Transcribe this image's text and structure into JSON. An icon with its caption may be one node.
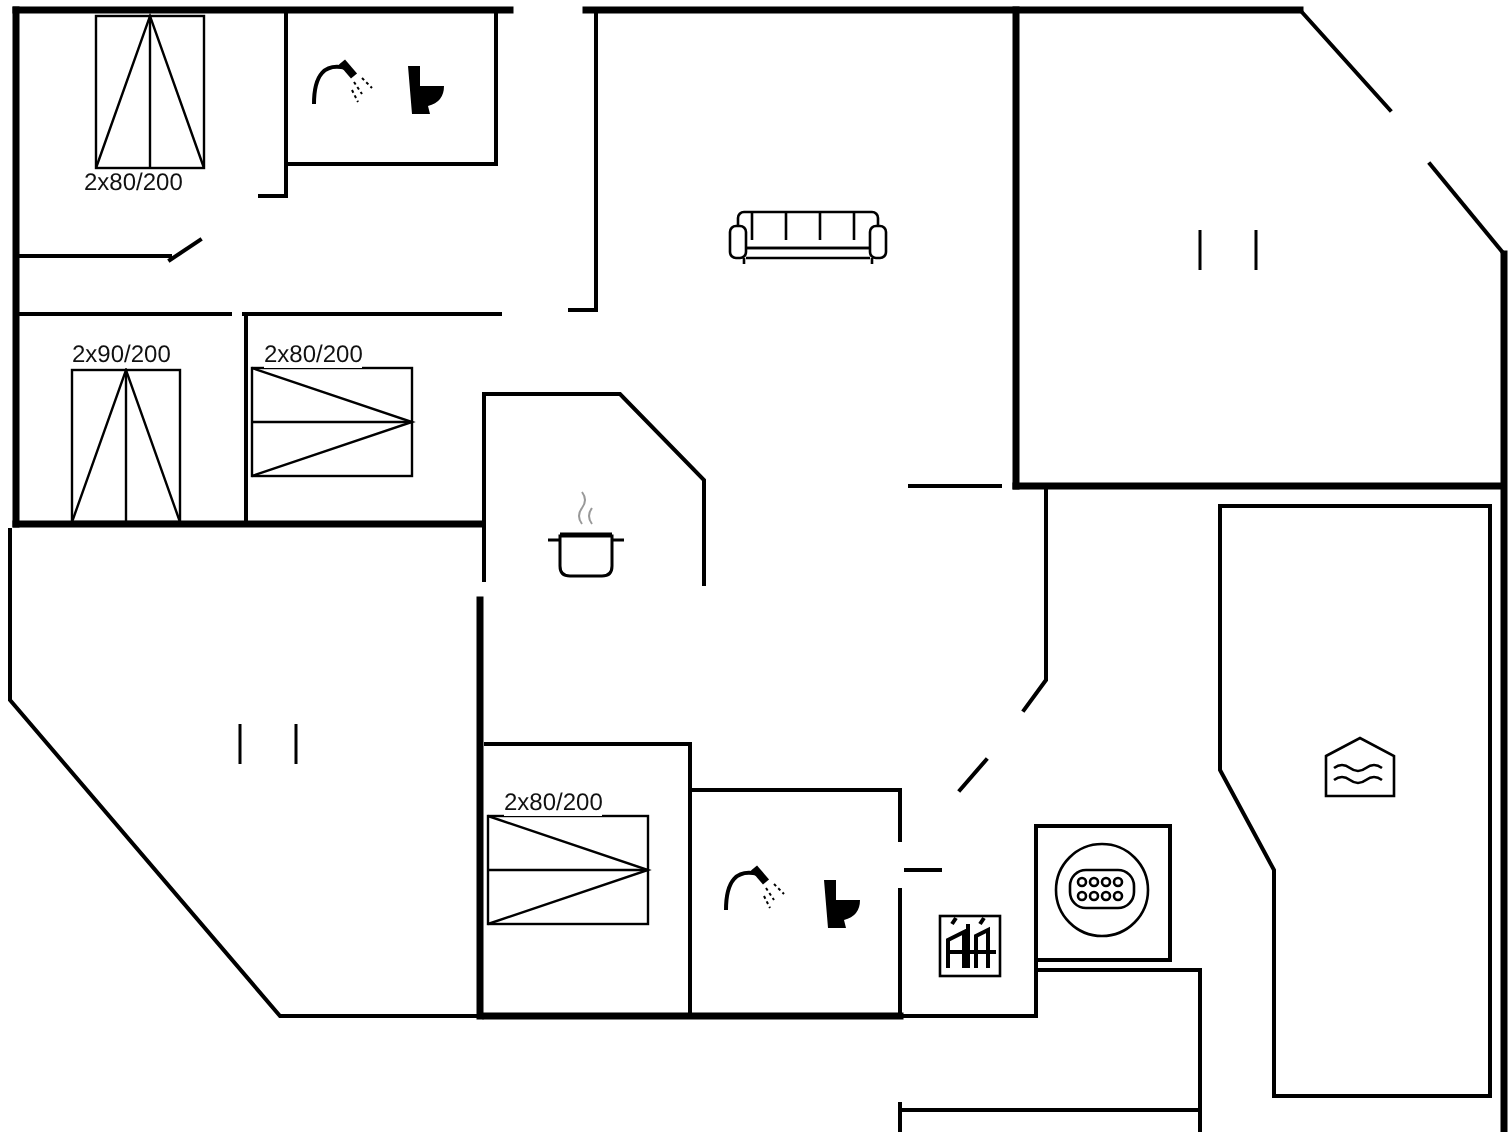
{
  "diagram": {
    "labels": [
      "2x80/200",
      "2x90/200",
      "2x80/200",
      "2x80/200"
    ]
  }
}
